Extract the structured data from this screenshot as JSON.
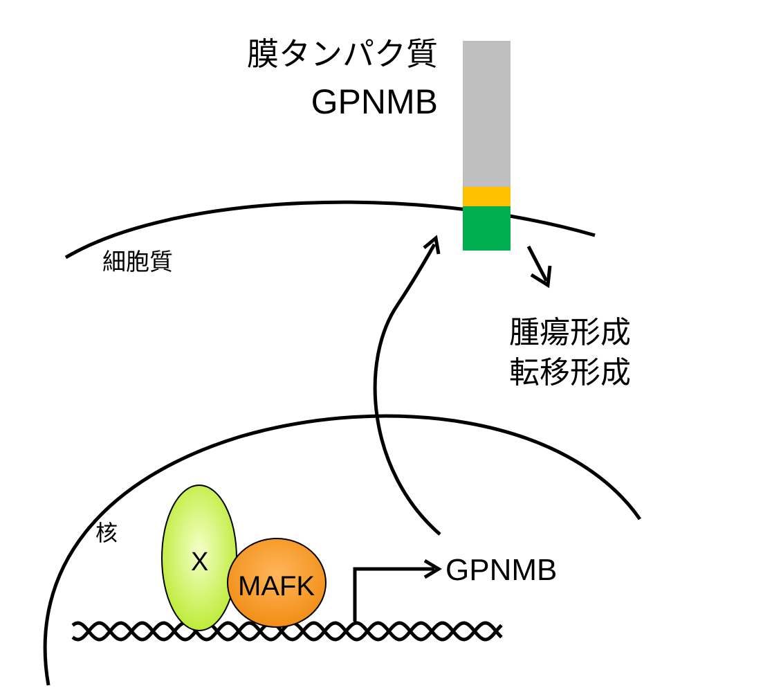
{
  "diagram": {
    "membrane_protein_label": "膜タンパク質",
    "membrane_protein_name": "GPNMB",
    "cytoplasm_label": "細胞質",
    "outcomes": [
      "腫瘍形成",
      "転移形成"
    ],
    "nucleus_label": "核",
    "factor_x_label": "X",
    "mafk_label": "MAFK",
    "gene_label": "GPNMB",
    "colors": {
      "protein_extracellular": "#bfbfbf",
      "protein_transmembrane": "#ffc000",
      "protein_intracellular": "#00b050",
      "factor_x": "#c8f03c",
      "mafk": "#f7941d",
      "line": "#000000"
    }
  }
}
